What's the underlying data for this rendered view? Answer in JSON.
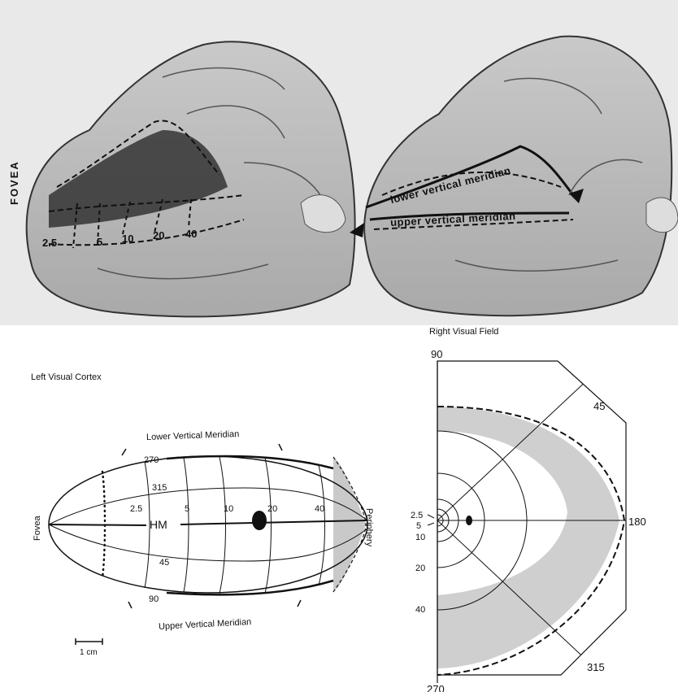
{
  "brain_photo": {
    "fovea_label": "FOVEA",
    "eccentricity_labels": [
      "2.5",
      "5",
      "10",
      "20",
      "40"
    ],
    "lower_meridian_label": "lower vertical meridian",
    "upper_meridian_label": "upper vertical meridian"
  },
  "cortex_map": {
    "title": "Left Visual Cortex",
    "lower_meridian": "Lower Vertical Meridian",
    "upper_meridian": "Upper Vertical Meridian",
    "fovea": "Fovea",
    "periphery": "Periphery",
    "hm": "HM",
    "angle_labels": [
      "270",
      "315",
      "45",
      "90"
    ],
    "eccentricity_labels": [
      "2.5",
      "5",
      "10",
      "20",
      "40"
    ],
    "scale_label": "1 cm"
  },
  "field_map": {
    "title": "Right Visual Field",
    "angle_labels": [
      "90",
      "45",
      "180",
      "315",
      "270"
    ],
    "eccentricity_labels": [
      "2.5",
      "5",
      "10",
      "20",
      "40"
    ]
  }
}
